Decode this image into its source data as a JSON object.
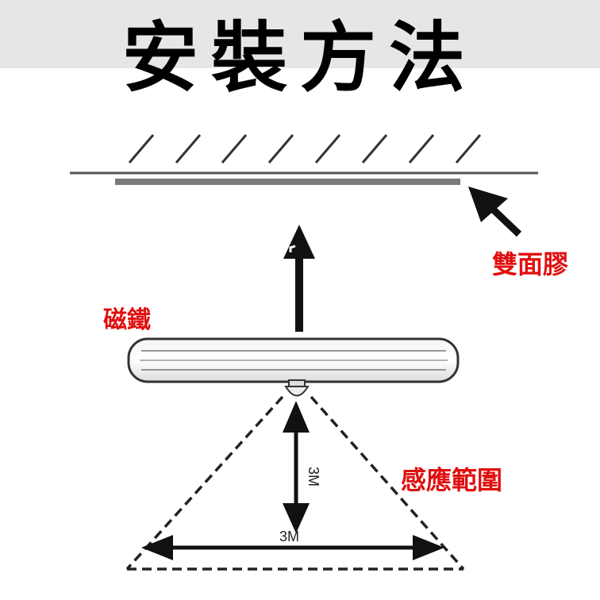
{
  "title": "安裝方法",
  "labels": {
    "double_sided_tape": "雙面膠",
    "magnet": "磁鐵",
    "sensing_range": "感應範圍"
  },
  "dimensions": {
    "vertical": "3M",
    "horizontal": "3M"
  },
  "colors": {
    "label_red": "#e01010",
    "title_bar": "#e6e6e6",
    "tape_gray": "#7a7a7a"
  }
}
